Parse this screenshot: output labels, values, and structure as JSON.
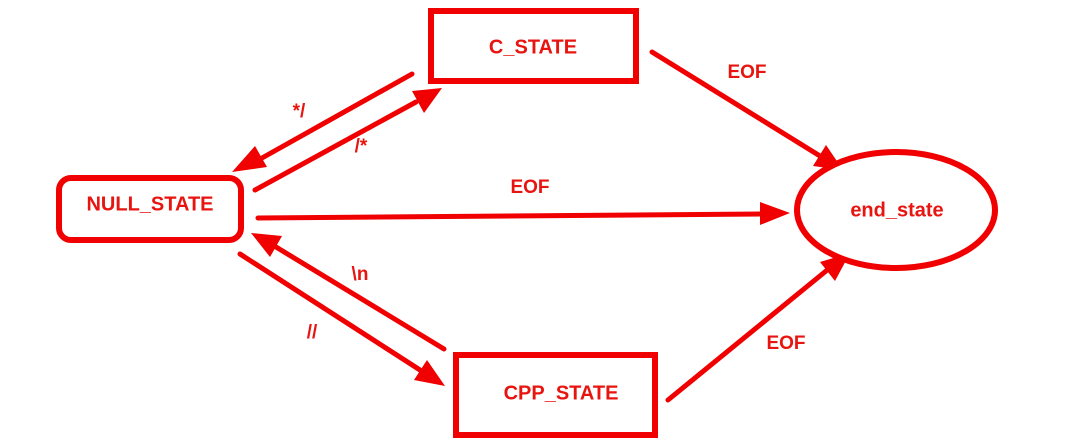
{
  "diagram": {
    "colors": {
      "accent": "#f00000",
      "text": "#e8140f"
    },
    "nodes": {
      "null_state": "NULL_STATE",
      "c_state": "C_STATE",
      "cpp_state": "CPP_STATE",
      "end_state": "end_state"
    },
    "edges": {
      "c_to_null": "*/",
      "null_to_c": "/*",
      "null_to_end": "EOF",
      "c_to_end": "EOF",
      "cpp_to_null": "\\n",
      "null_to_cpp": "//",
      "cpp_to_end": "EOF"
    }
  }
}
